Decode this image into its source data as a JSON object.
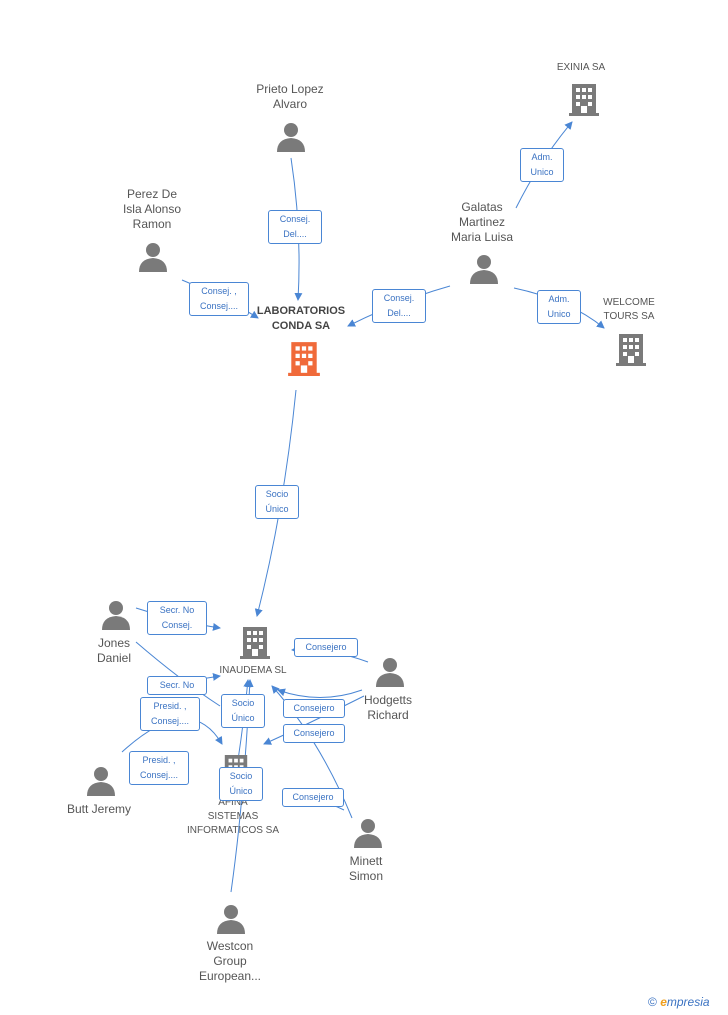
{
  "nodes": {
    "exinia": {
      "label": "EXINIA SA"
    },
    "prieto": {
      "label": "Prieto Lopez\nAlvaro"
    },
    "perez": {
      "label": "Perez De\nIsla Alonso\nRamon"
    },
    "galatas": {
      "label": "Galatas\nMartinez\nMaria Luisa"
    },
    "welcome": {
      "label": "WELCOME\nTOURS SA"
    },
    "laboratorios": {
      "label": "LABORATORIOS\nCONDA SA"
    },
    "jones": {
      "label": "Jones\nDaniel"
    },
    "inaudema": {
      "label": "INAUDEMA SL"
    },
    "hodgetts": {
      "label": "Hodgetts\nRichard"
    },
    "butt": {
      "label": "Butt Jeremy"
    },
    "afina": {
      "label": "AFINA\nSISTEMAS\nINFORMATICOS SA"
    },
    "minett": {
      "label": "Minett\nSimon"
    },
    "westcon": {
      "label": "Westcon\nGroup\nEuropean..."
    }
  },
  "edges": {
    "e1": "Adm.\nUnico",
    "e2": "Consej.\nDel....",
    "e3": "Consej. ,\nConsej....",
    "e4": "Consej.\nDel....",
    "e5": "Adm.\nUnico",
    "e6": "Socio\nÚnico",
    "e7": "Secr.  No\nConsej.",
    "e8": "Consejero",
    "e9": "Secr.  No",
    "e10": "Presid. ,\nConsej....",
    "e11": "Socio\nÚnico",
    "e12": "Consejero",
    "e13": "Consejero",
    "e14": "Presid. ,\nConsej....",
    "e15": "Socio\nÚnico",
    "e16": "Consejero"
  },
  "brand": {
    "copyright": "©",
    "e": "e",
    "rest": "mpresia"
  },
  "colors": {
    "person": "#7a7a7a",
    "building": "#7a7a7a",
    "main_building": "#f06a3a",
    "edge": "#4a86d4"
  }
}
